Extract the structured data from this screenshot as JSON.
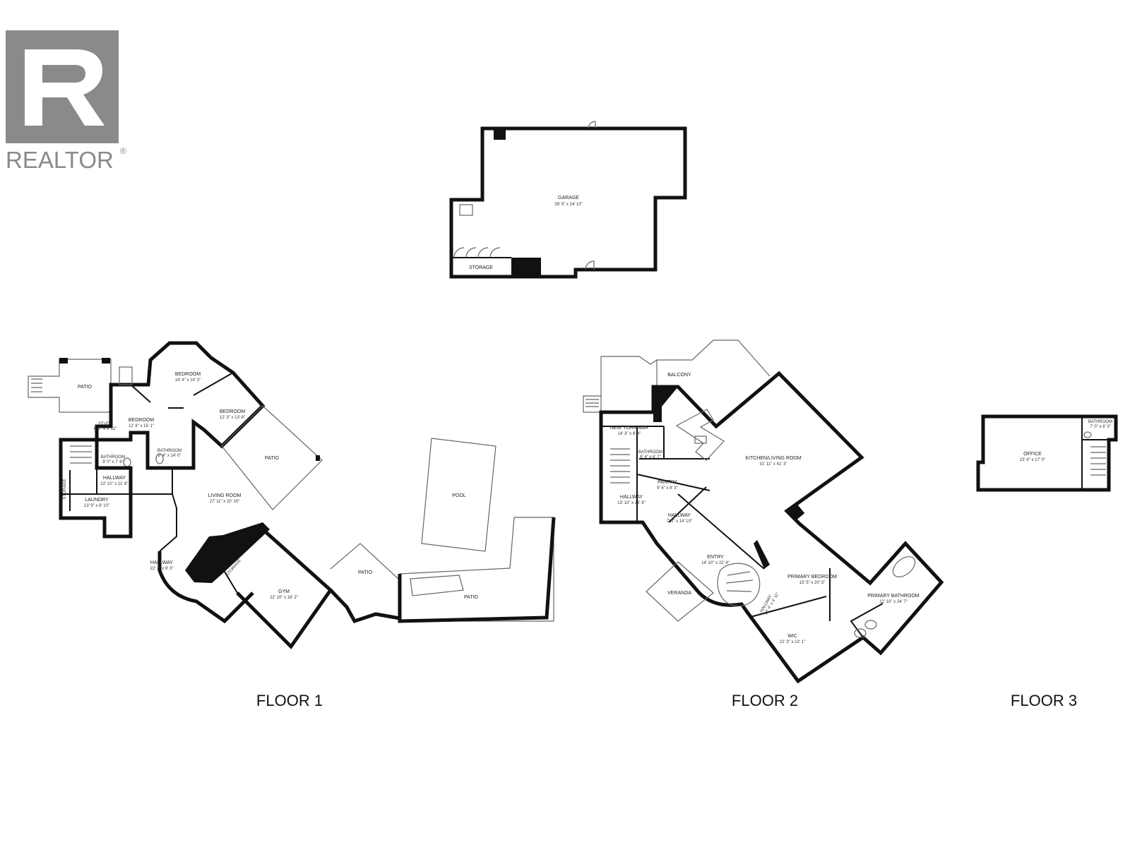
{
  "logo": {
    "wordmark": "REALTOR",
    "mark": "®",
    "color": "#8a8a8a"
  },
  "colors": {
    "wall": "#111111",
    "outline": "#666666",
    "background": "#ffffff"
  },
  "floors": [
    {
      "key": "floor1",
      "label": "FLOOR 1"
    },
    {
      "key": "floor2",
      "label": "FLOOR 2"
    },
    {
      "key": "floor3",
      "label": "FLOOR 3"
    }
  ],
  "rooms": {
    "garage": {
      "name": "GARAGE",
      "dim": "39' 5\" x 24' 10\""
    },
    "garage_storage": {
      "name": "STORAGE",
      "dim": ""
    },
    "f1_patio_nw": {
      "name": "PATIO",
      "dim": ""
    },
    "f1_bedroom_top": {
      "name": "BEDROOM",
      "dim": "14' 4\" x 14' 3\""
    },
    "f1_bedroom_right": {
      "name": "BEDROOM",
      "dim": "12' 3\" x 13' 8\""
    },
    "f1_bedroom_left": {
      "name": "BEDROOM",
      "dim": "12' 8\" x 15' 1\""
    },
    "f1_study": {
      "name": "STUDY",
      "dim": "6' 0\" x 5' 11\""
    },
    "f1_bathroom_a": {
      "name": "BATHROOM",
      "dim": "9' 0\" x 7' 6\""
    },
    "f1_bathroom_b": {
      "name": "BATHROOM",
      "dim": "9' 4\" x 14' 0\""
    },
    "f1_hallway_a": {
      "name": "HALLWAY",
      "dim": "22' 10\" x 11' 8\""
    },
    "f1_storage_a": {
      "name": "STORAGE",
      "dim": ""
    },
    "f1_laundry": {
      "name": "LAUNDRY",
      "dim": "13' 9\" x 9' 10\""
    },
    "f1_patio_mid": {
      "name": "PATIO",
      "dim": ""
    },
    "f1_living": {
      "name": "LIVING ROOM",
      "dim": "27' 11\" x 20' 10\""
    },
    "f1_hallway_b": {
      "name": "HALLWAY",
      "dim": "22' 2\" x 9' 3\""
    },
    "f1_storage_b": {
      "name": "STORAGE",
      "dim": ""
    },
    "f1_gym": {
      "name": "GYM",
      "dim": "22' 10\" x 16' 2\""
    },
    "f1_pool": {
      "name": "POOL",
      "dim": ""
    },
    "f1_patio_small": {
      "name": "PATIO",
      "dim": ""
    },
    "f1_patio_se": {
      "name": "PATIO",
      "dim": ""
    },
    "f2_balcony": {
      "name": "BALCONY",
      "dim": ""
    },
    "f2_newyorkbar": {
      "name": "NEW YORK BAR",
      "dim": "14' 3\" x 6' 4\""
    },
    "f2_bathroom": {
      "name": "BATHROOM",
      "dim": "6' 4\" x 6' 7\""
    },
    "f2_kitchen": {
      "name": "KITCHEN/LIVING ROOM",
      "dim": "31' 11\" x 41' 3\""
    },
    "f2_pantry": {
      "name": "PANTRY",
      "dim": "9' 6\" x 8' 3\""
    },
    "f2_hallway_a": {
      "name": "HALLWAY",
      "dim": "13' 10\" x 18' 8\""
    },
    "f2_hallway_b": {
      "name": "HALLWAY",
      "dim": "7' 0\" x 14' 10\""
    },
    "f2_entry": {
      "name": "ENTRY",
      "dim": "14' 10\" x 22' 4\""
    },
    "f2_veranda": {
      "name": "VERANDA",
      "dim": ""
    },
    "f2_hallway_c": {
      "name": "HALLWAY",
      "dim": "10' 4\" x 4' 11\""
    },
    "f2_primary_bed": {
      "name": "PRIMARY BEDROOM",
      "dim": "15' 5\" x 20' 3\""
    },
    "f2_primary_bath": {
      "name": "PRIMARY BATHROOM",
      "dim": "12' 10\" x 24' 7\""
    },
    "f2_wic": {
      "name": "WIC",
      "dim": "21' 3\" x 13' 1\""
    },
    "f3_office": {
      "name": "OFFICE",
      "dim": "23' 8\" x 17' 0\""
    },
    "f3_bathroom": {
      "name": "BATHROOM",
      "dim": "7' 0\" x 8' 3\""
    }
  }
}
